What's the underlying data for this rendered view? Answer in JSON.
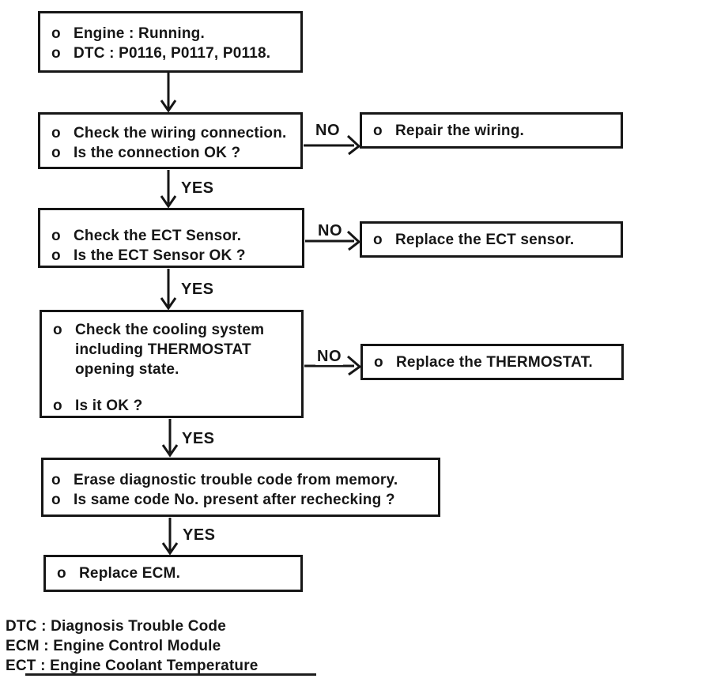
{
  "bullet_char": "o",
  "labels": {
    "yes": "YES",
    "no": "NO"
  },
  "nodes": {
    "start": {
      "lines": [
        "Engine : Running.",
        "DTC : P0116, P0117, P0118."
      ]
    },
    "check_wiring": {
      "lines": [
        "Check the wiring connection.",
        "Is the connection OK ?"
      ]
    },
    "repair_wiring": {
      "lines": [
        "Repair the wiring."
      ]
    },
    "check_ect": {
      "lines": [
        "Check the ECT Sensor.",
        "Is the ECT Sensor OK ?"
      ]
    },
    "replace_ect": {
      "lines": [
        "Replace the ECT sensor."
      ]
    },
    "check_cooling": {
      "lines": [
        "Check the cooling system",
        "including THERMOSTAT",
        "opening state.",
        "Is it OK ?"
      ]
    },
    "replace_thermostat": {
      "lines": [
        "Replace the THERMOSTAT."
      ]
    },
    "erase_dtc": {
      "lines": [
        "Erase diagnostic trouble code from memory.",
        "Is same code No. present after rechecking ?"
      ]
    },
    "replace_ecm": {
      "lines": [
        "Replace ECM."
      ]
    }
  },
  "legend": {
    "lines": [
      "DTC : Diagnosis Trouble Code",
      "ECM : Engine Control Module",
      "ECT : Engine Coolant Temperature"
    ]
  },
  "colors": {
    "ink": "#161616",
    "paper": "#ffffff"
  }
}
